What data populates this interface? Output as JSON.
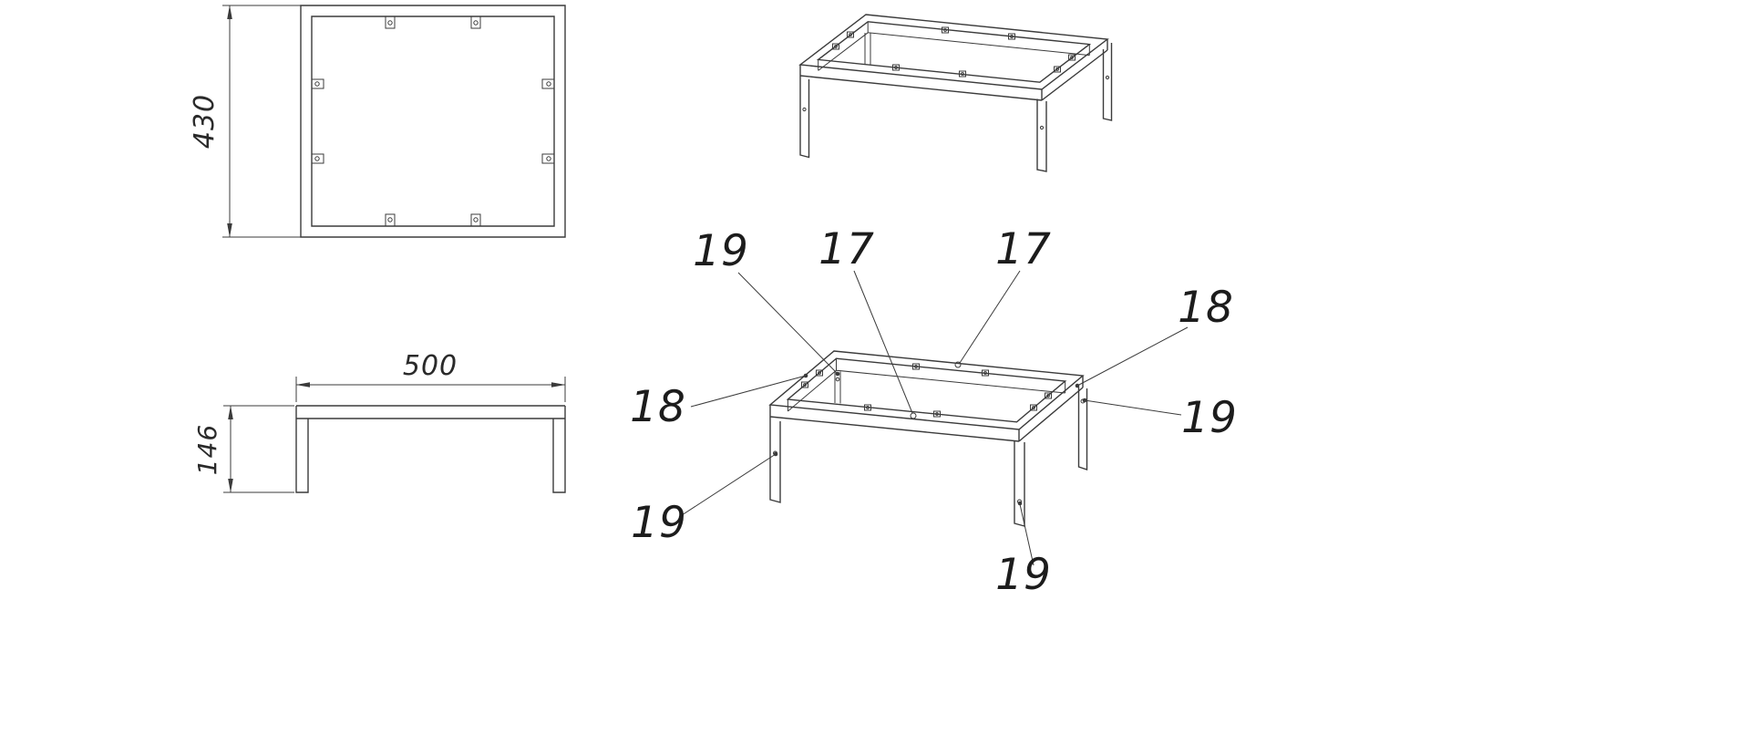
{
  "drawing": {
    "background": "#ffffff",
    "line_color": "#3b3b3b"
  },
  "dimensions": {
    "top_view_height": "430",
    "front_view_width": "500",
    "front_view_height": "146"
  },
  "callouts": {
    "back_leg": "19",
    "front_rail": "17",
    "back_rail": "17",
    "right_frame": "18",
    "left_frame": "18",
    "right_leg": "19",
    "left_leg": "19",
    "front_leg": "19"
  }
}
